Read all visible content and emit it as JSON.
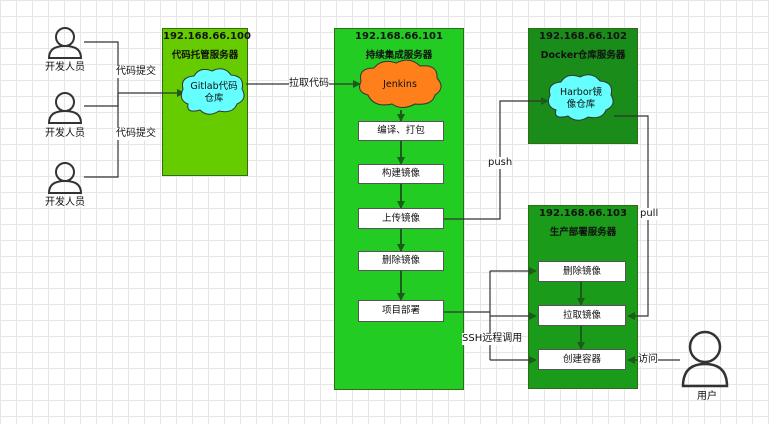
{
  "colors": {
    "gitlab_server": "#66cc00",
    "ci_server": "#22cc22",
    "docker_server": "#1a8c1a",
    "deploy_server": "#1a9c1a",
    "cloud_cyan": "#66ffff",
    "cloud_orange": "#ff7f1a",
    "arrow": "#1a5c1a"
  },
  "developers": [
    {
      "label": "开发人员",
      "icon": "person-icon"
    },
    {
      "label": "开发人员",
      "icon": "person-icon"
    },
    {
      "label": "开发人员",
      "icon": "person-icon"
    }
  ],
  "edge_labels": {
    "commit_top": "代码提交",
    "commit_bottom": "代码提交",
    "pull_code": "拉取代码",
    "push": "push",
    "pull": "pull",
    "ssh": "SSH远程调用",
    "visit": "访问"
  },
  "gitlab_server": {
    "ip": "192.168.66.100",
    "title": "代码托管服务器",
    "cloud_line1": "Gitlab代码",
    "cloud_line2": "仓库"
  },
  "ci_server": {
    "ip": "192.168.66.101",
    "title": "持续集成服务器",
    "cloud": "Jenkins",
    "steps": [
      "编译、打包",
      "构建镜像",
      "上传镜像",
      "删除镜像",
      "项目部署"
    ]
  },
  "docker_server": {
    "ip": "192.168.66.102",
    "title": "Docker仓库服务器",
    "cloud_line1": "Harbor镜",
    "cloud_line2": "像仓库"
  },
  "deploy_server": {
    "ip": "192.168.66.103",
    "title": "生产部署服务器",
    "steps": [
      "删除镜像",
      "拉取镜像",
      "创建容器"
    ]
  },
  "user": {
    "label": "用户",
    "icon": "user-icon"
  }
}
